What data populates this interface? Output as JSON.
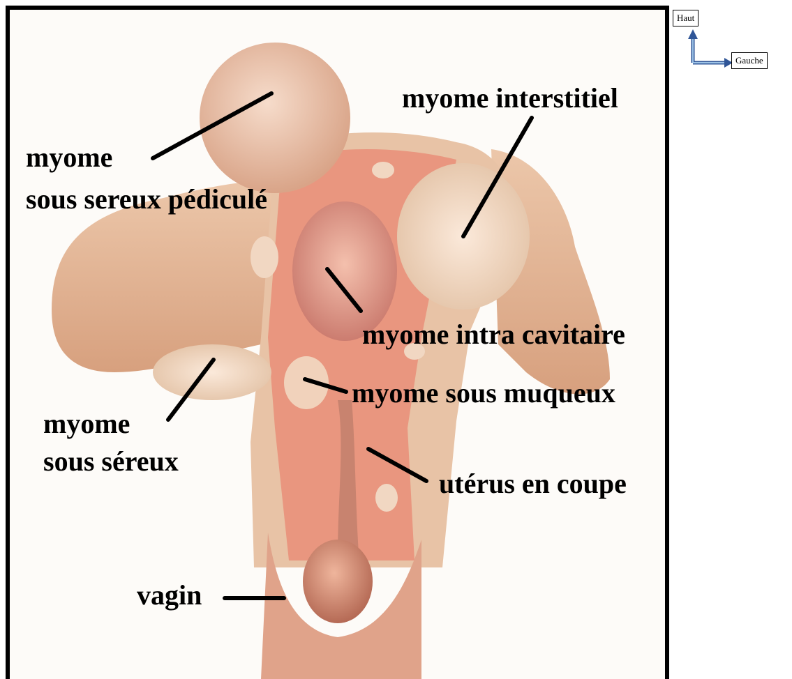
{
  "labels": {
    "myome_sous_sereux_pedicule_l1": "myome",
    "myome_sous_sereux_pedicule_l2": "sous sereux pédiculé",
    "myome_interstitiel": "myome interstitiel",
    "myome_intra_cavitaire": "myome intra cavitaire",
    "myome_sous_muqueux": "myome sous muqueux",
    "myome_sous_sereux_l1": "myome",
    "myome_sous_sereux_l2": "sous séreux",
    "uterus_en_coupe": "utérus en  coupe",
    "vagin": "vagin"
  },
  "orientation": {
    "up": "Haut",
    "left": "Gauche"
  },
  "colors": {
    "tissue_pink": "#e9967f",
    "tissue_beige": "#e8c3a6",
    "fibroid_cream": "#f3dcc6",
    "arrow_blue": "#2f5597"
  }
}
